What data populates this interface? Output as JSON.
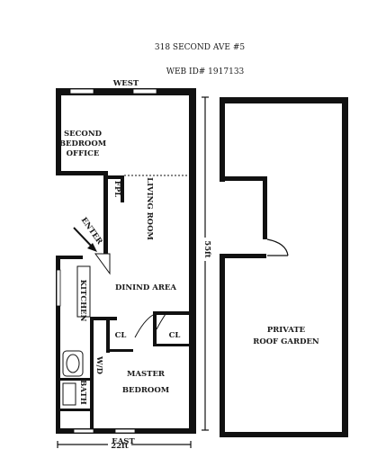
{
  "header": {
    "address": "318 SECOND AVE #5",
    "web_id": "WEB ID# 1917133"
  },
  "labels": {
    "west": "WEST",
    "east": "EAST",
    "second_bedroom_line1": "SECOND",
    "second_bedroom_line2": "BEDROOM",
    "second_bedroom_line3": "OFFICE",
    "fpl": "FPL",
    "living_room": "LIVING ROOM",
    "enter": "ENTER",
    "dining_area": "DININD AREA",
    "kitchen": "KITCHEN",
    "closet_left": "CL",
    "closet_right": "CL",
    "wd": "W/D",
    "bath": "BATH",
    "master_line1": "MASTER",
    "master_line2": "BEDROOM",
    "length_dim": "55ft",
    "width_dim": "22ft",
    "roof_line1": "PRIVATE",
    "roof_line2": "ROOF GARDEN"
  },
  "colors": {
    "wall": "#111111",
    "background": "#ffffff"
  }
}
